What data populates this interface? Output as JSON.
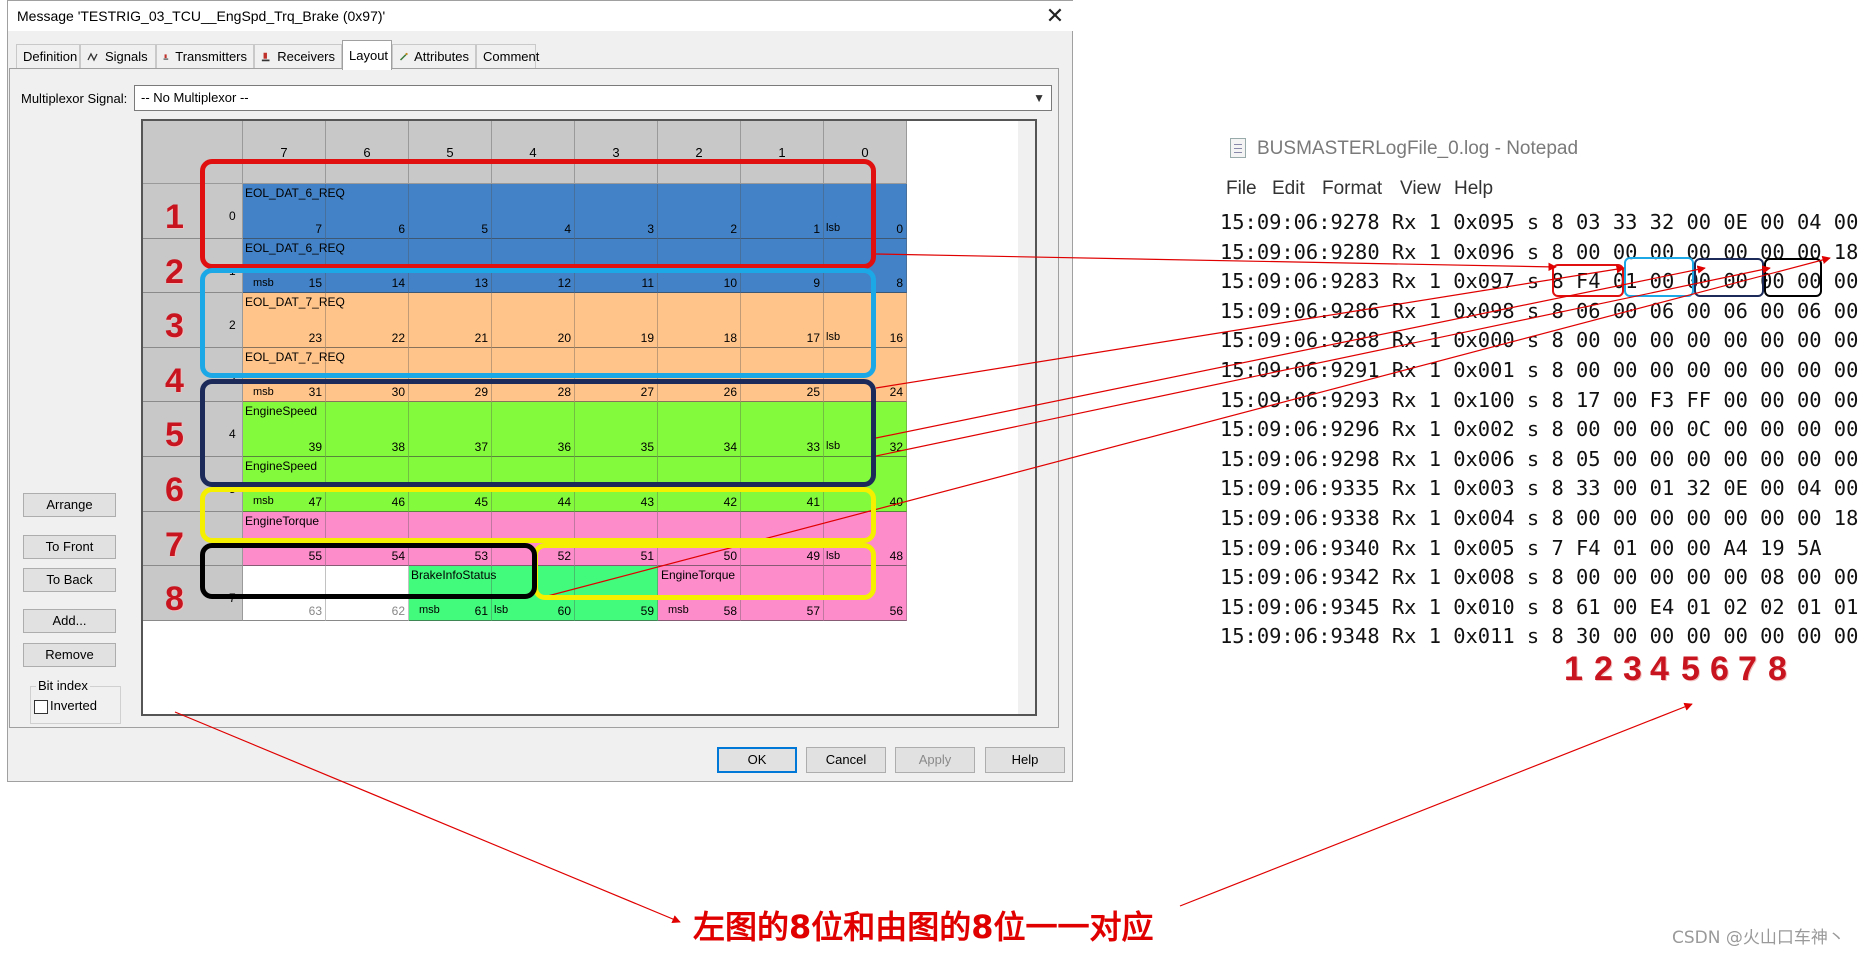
{
  "dialog": {
    "title": "Message 'TESTRIG_03_TCU__EngSpd_Trq_Brake (0x97)'",
    "tabs": [
      {
        "label": "Definition",
        "icon": ""
      },
      {
        "label": "Signals",
        "icon": "signals-icon"
      },
      {
        "label": "Transmitters",
        "icon": "transmitter-icon"
      },
      {
        "label": "Receivers",
        "icon": "receiver-icon"
      },
      {
        "label": "Layout",
        "icon": ""
      },
      {
        "label": "Attributes",
        "icon": "attributes-icon"
      },
      {
        "label": "Comment",
        "icon": ""
      }
    ],
    "active_tab": "Layout",
    "multiplexor_label": "Multiplexor Signal:",
    "multiplexor_value": "-- No Multiplexor --",
    "side_buttons": [
      "Arrange",
      "To Front",
      "To Back",
      "Add...",
      "Remove"
    ],
    "bit_index_label": "Bit index",
    "inverted_label": "Inverted",
    "inverted_checked": false,
    "buttons": {
      "ok": "OK",
      "cancel": "Cancel",
      "apply": "Apply",
      "help": "Help"
    }
  },
  "grid": {
    "columns": [
      "7",
      "6",
      "5",
      "4",
      "3",
      "2",
      "1",
      "0"
    ],
    "rows": [
      {
        "marker": "1",
        "byte": "0"
      },
      {
        "marker": "2",
        "byte": "1"
      },
      {
        "marker": "3",
        "byte": "2"
      },
      {
        "marker": "4",
        "byte": "3"
      },
      {
        "marker": "5",
        "byte": "4"
      },
      {
        "marker": "6",
        "byte": "5"
      },
      {
        "marker": "7",
        "byte": "6"
      },
      {
        "marker": "8",
        "byte": "7"
      }
    ],
    "signals": [
      {
        "name": "EOL_DAT_6_REQ",
        "color": "#4382c6"
      },
      {
        "name": "EOL_DAT_6_REQ",
        "color": "#4382c6"
      },
      {
        "name": "EOL_DAT_7_REQ",
        "color": "#fec48a"
      },
      {
        "name": "EOL_DAT_7_REQ",
        "color": "#fec48a"
      },
      {
        "name": "EngineSpeed",
        "color": "#84fa3c"
      },
      {
        "name": "EngineSpeed",
        "color": "#84fa3c"
      },
      {
        "name": "EngineTorque",
        "color": "#fd8ccb"
      },
      {
        "name": "BrakeInfoStatus",
        "color": "#42fa7c"
      },
      {
        "name": "EngineTorque",
        "color": "#fd8ccb"
      }
    ],
    "msb_label": "msb",
    "lsb_label": "lsb",
    "group_colors": [
      "#e01010",
      "#1ca8e6",
      "#1c2a5a",
      "#f4f000",
      "#000000"
    ]
  },
  "notepad": {
    "title": "BUSMASTERLogFile_0.log - Notepad",
    "menu": [
      "File",
      "Edit",
      "Format",
      "View",
      "Help"
    ],
    "log_lines": [
      "15:09:06:9278 Rx 1 0x095 s 8 03 33 32 00 0E 00 04 00",
      "15:09:06:9280 Rx 1 0x096 s 8 00 00 00 00 00 00 00 18",
      "15:09:06:9283 Rx 1 0x097 s 8 F4 01 00 00 00 00 00 00",
      "15:09:06:9286 Rx 1 0x098 s 8 06 00 06 00 06 00 06 00",
      "15:09:06:9288 Rx 1 0x000 s 8 00 00 00 00 00 00 00 00",
      "15:09:06:9291 Rx 1 0x001 s 8 00 00 00 00 00 00 00 00",
      "15:09:06:9293 Rx 1 0x100 s 8 17 00 F3 FF 00 00 00 00",
      "15:09:06:9296 Rx 1 0x002 s 8 00 00 00 0C 00 00 00 00",
      "15:09:06:9298 Rx 1 0x006 s 8 05 00 00 00 00 00 00 00",
      "15:09:06:9335 Rx 1 0x003 s 8 33 00 01 32 0E 00 04 00",
      "15:09:06:9338 Rx 1 0x004 s 8 00 00 00 00 00 00 00 18",
      "15:09:06:9340 Rx 1 0x005 s 7 F4 01 00 00 A4 19 5A",
      "15:09:06:9342 Rx 1 0x008 s 8 00 00 00 00 00 08 00 00",
      "15:09:06:9345 Rx 1 0x010 s 8 61 00 E4 01 02 02 01 01",
      "15:09:06:9348 Rx 1 0x011 s 8 30 00 00 00 00 00 00 00"
    ],
    "byte_markers": [
      "1",
      "2",
      "3",
      "4",
      "5",
      "6",
      "7",
      "8"
    ]
  },
  "caption": "左图的8位和由图的8位一一对应",
  "watermark": "CSDN @火山口车神丶",
  "annotation_color": "#e00000"
}
